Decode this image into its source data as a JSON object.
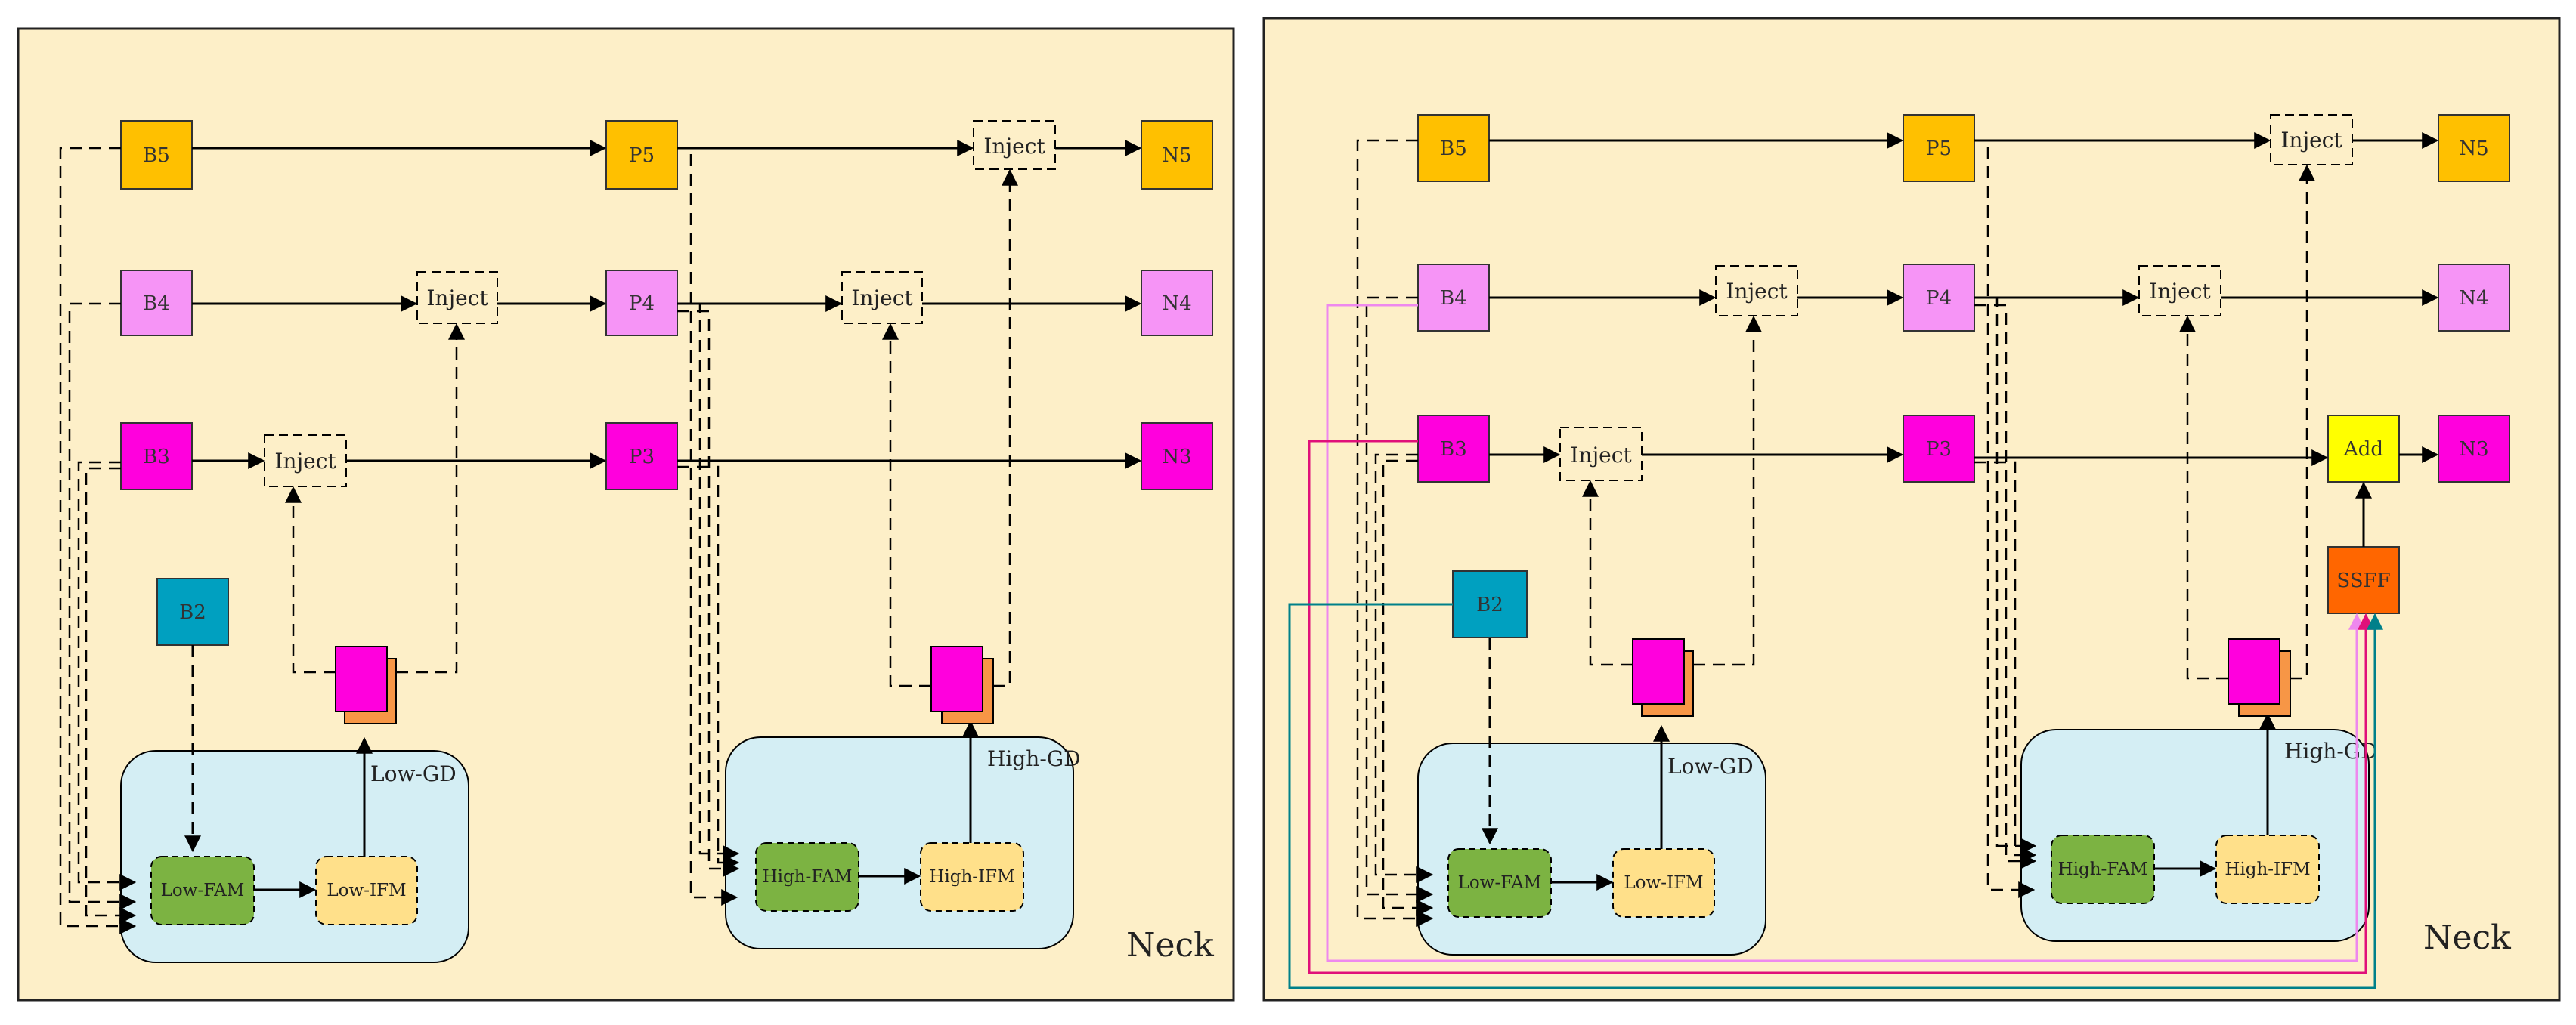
{
  "colors": {
    "panel_bg": "#fdefc8",
    "panel_border": "#222222",
    "b5": "#ffc000",
    "b4": "#f694f6",
    "b3": "#ff00dd",
    "b2": "#00a0c0",
    "fam": "#7cb342",
    "ifm": "#ffe08a",
    "gd_module": "#d4eef4",
    "stack_back": "#f79646",
    "add": "#ffff00",
    "ssff": "#ff6600",
    "line_pink": "#ee88ee",
    "line_magenta": "#e0107a",
    "line_teal": "#00808a"
  },
  "left_panel": {
    "labels": {
      "b5": "B5",
      "b4": "B4",
      "b3": "B3",
      "b2": "B2",
      "p5": "P5",
      "p4": "P4",
      "p3": "P3",
      "n5": "N5",
      "n4": "N4",
      "n3": "N3",
      "inject_a": "Inject",
      "inject_b": "Inject",
      "inject_c": "Inject",
      "inject_d": "Inject",
      "low_fam": "Low-FAM",
      "low_ifm": "Low-IFM",
      "low_gd": "Low-GD",
      "high_fam": "High-FAM",
      "high_ifm": "High-IFM",
      "high_gd": "High-GD",
      "neck": "Neck"
    }
  },
  "right_panel": {
    "labels": {
      "b5": "B5",
      "b4": "B4",
      "b3": "B3",
      "b2": "B2",
      "p5": "P5",
      "p4": "P4",
      "p3": "P3",
      "n5": "N5",
      "n4": "N4",
      "n3": "N3",
      "inject_a": "Inject",
      "inject_b": "Inject",
      "inject_c": "Inject",
      "inject_d": "Inject",
      "add": "Add",
      "ssff": "SSFF",
      "low_fam": "Low-FAM",
      "low_ifm": "Low-IFM",
      "low_gd": "Low-GD",
      "high_fam": "High-FAM",
      "high_ifm": "High-IFM",
      "high_gd": "High-GD",
      "neck": "Neck"
    }
  }
}
